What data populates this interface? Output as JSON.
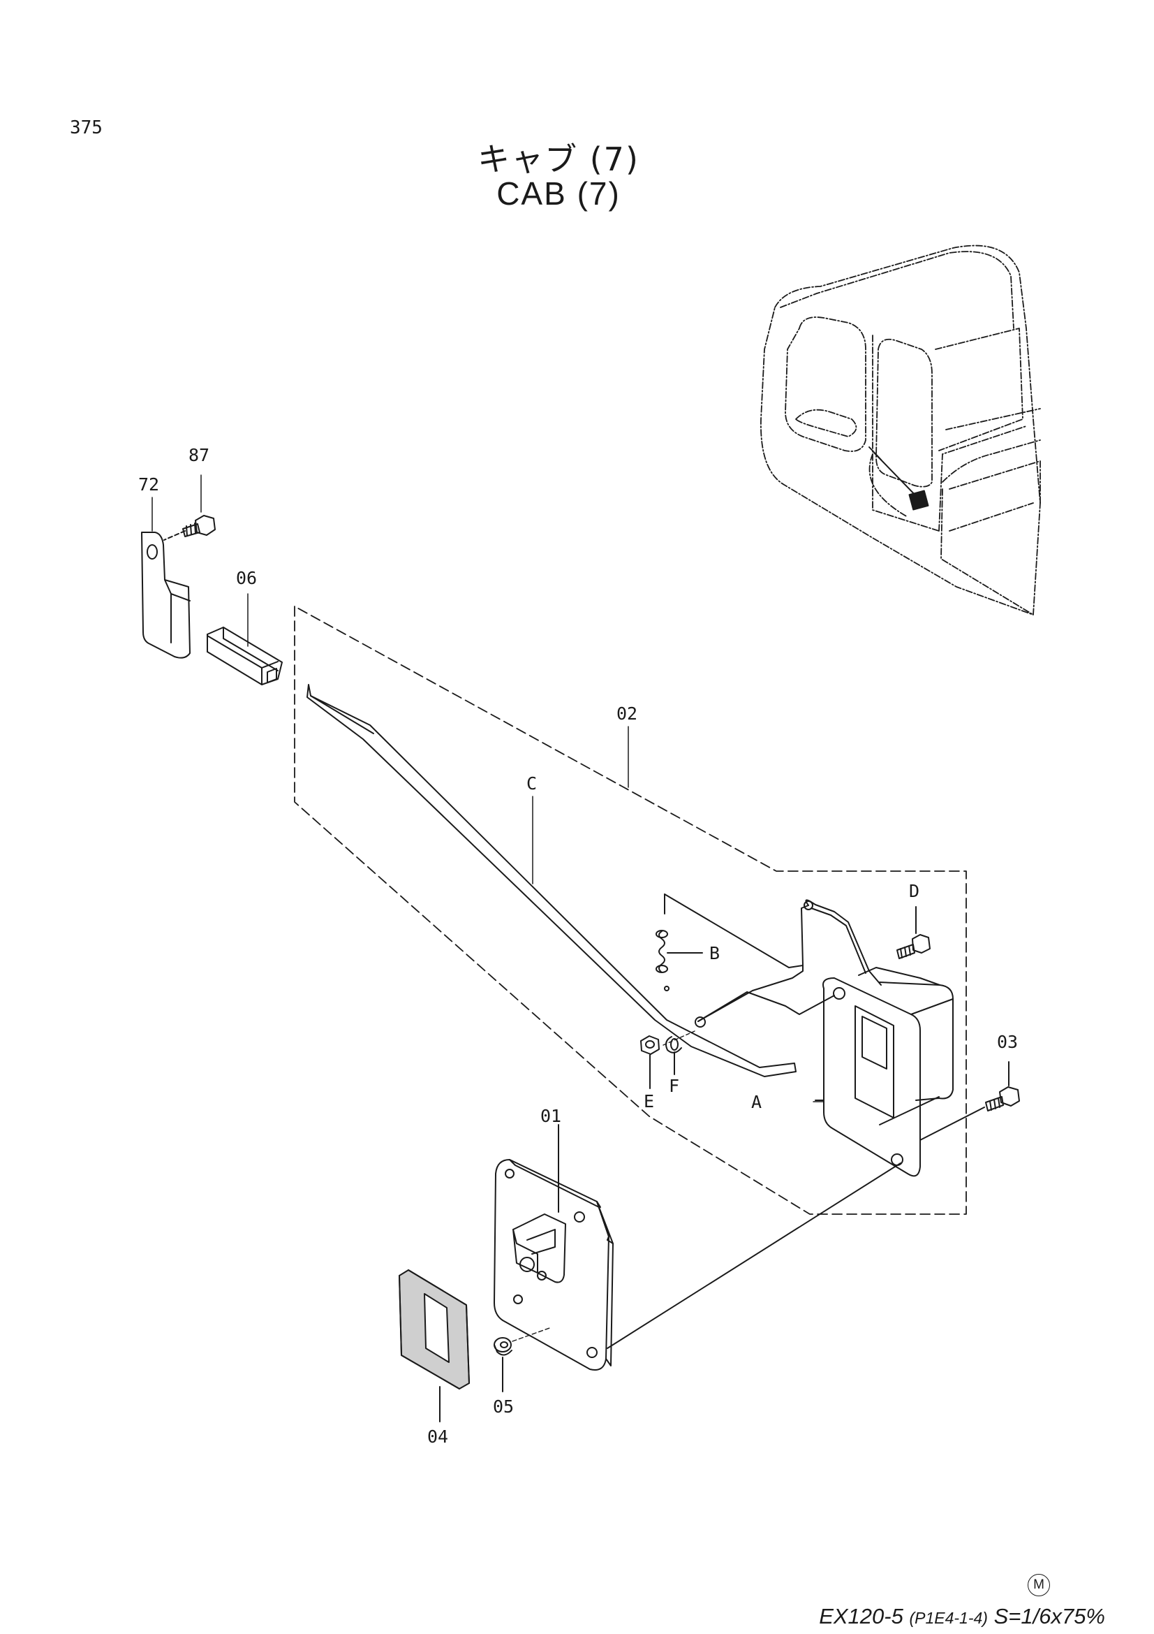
{
  "page_number": "375",
  "title_jp": "キャブ (7)",
  "title_en": "CAB (7)",
  "callouts": {
    "p87": "87",
    "p72": "72",
    "p06": "06",
    "p02": "02",
    "pC": "C",
    "pD": "D",
    "pB": "B",
    "p03": "03",
    "pE": "E",
    "pF": "F",
    "pA": "A",
    "p01": "01",
    "p05": "05",
    "p04": "04"
  },
  "footer": {
    "model": "EX120-5",
    "code": "(P1E4-1-4)",
    "scale": "S=1/6x75%",
    "mark": "M"
  }
}
